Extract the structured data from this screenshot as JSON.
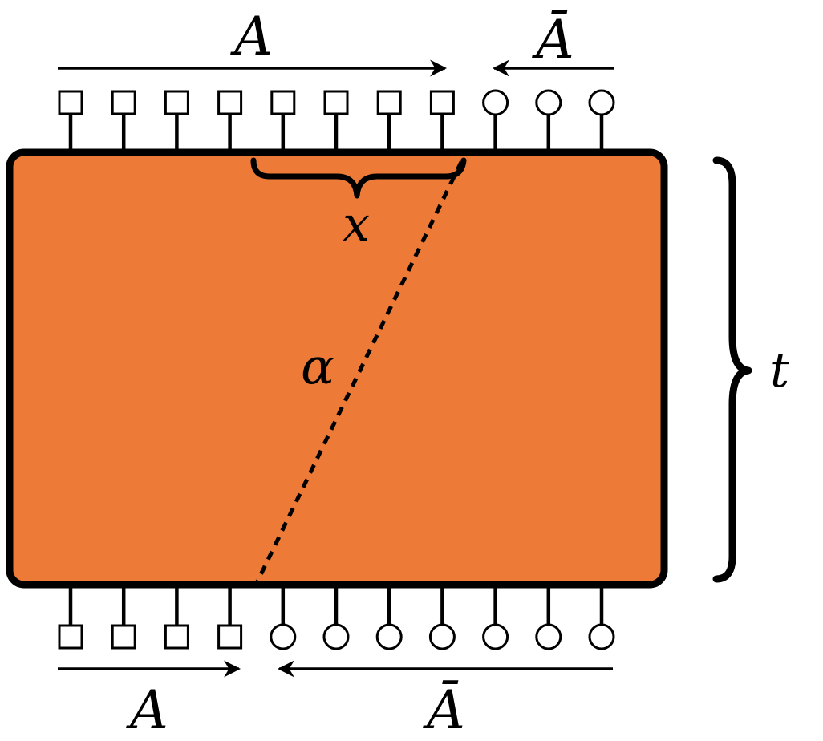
{
  "colors": {
    "block_fill": "#ED7B37",
    "stroke": "#000000",
    "background": "#FFFFFF"
  },
  "top_legs": {
    "square_count": 8,
    "circle_count": 3
  },
  "bottom_legs": {
    "square_count": 4,
    "circle_count": 7
  },
  "labels": {
    "top_left_region": "A",
    "top_right_region": "Ā",
    "bottom_left_region": "A",
    "bottom_right_region": "Ā",
    "offset": "x",
    "slope": "α",
    "time": "t"
  }
}
